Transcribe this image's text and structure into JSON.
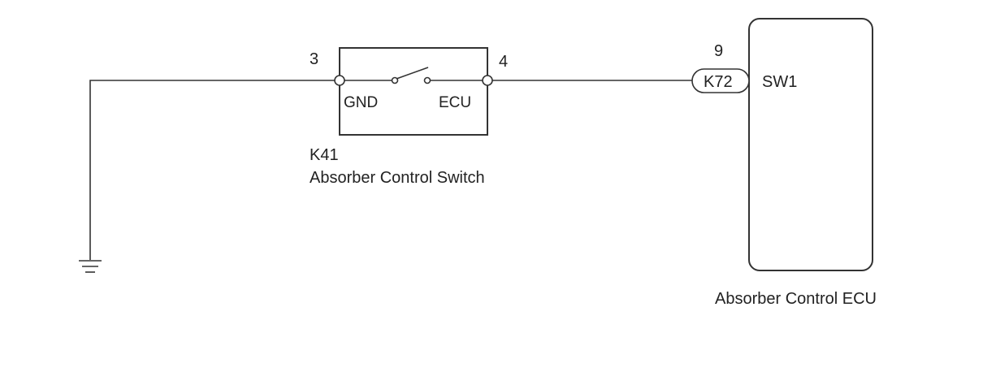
{
  "ground": {
    "icon": "ground-icon"
  },
  "switch": {
    "connector_id": "K41",
    "name": "Absorber Control Switch",
    "pin_gnd_number": "3",
    "pin_ecu_number": "4",
    "pin_gnd_label": "GND",
    "pin_ecu_label": "ECU",
    "icon": "switch-contact-icon"
  },
  "ecu": {
    "name": "Absorber Control ECU",
    "connector_id": "K72",
    "pin_number": "9",
    "terminal_label": "SW1"
  }
}
